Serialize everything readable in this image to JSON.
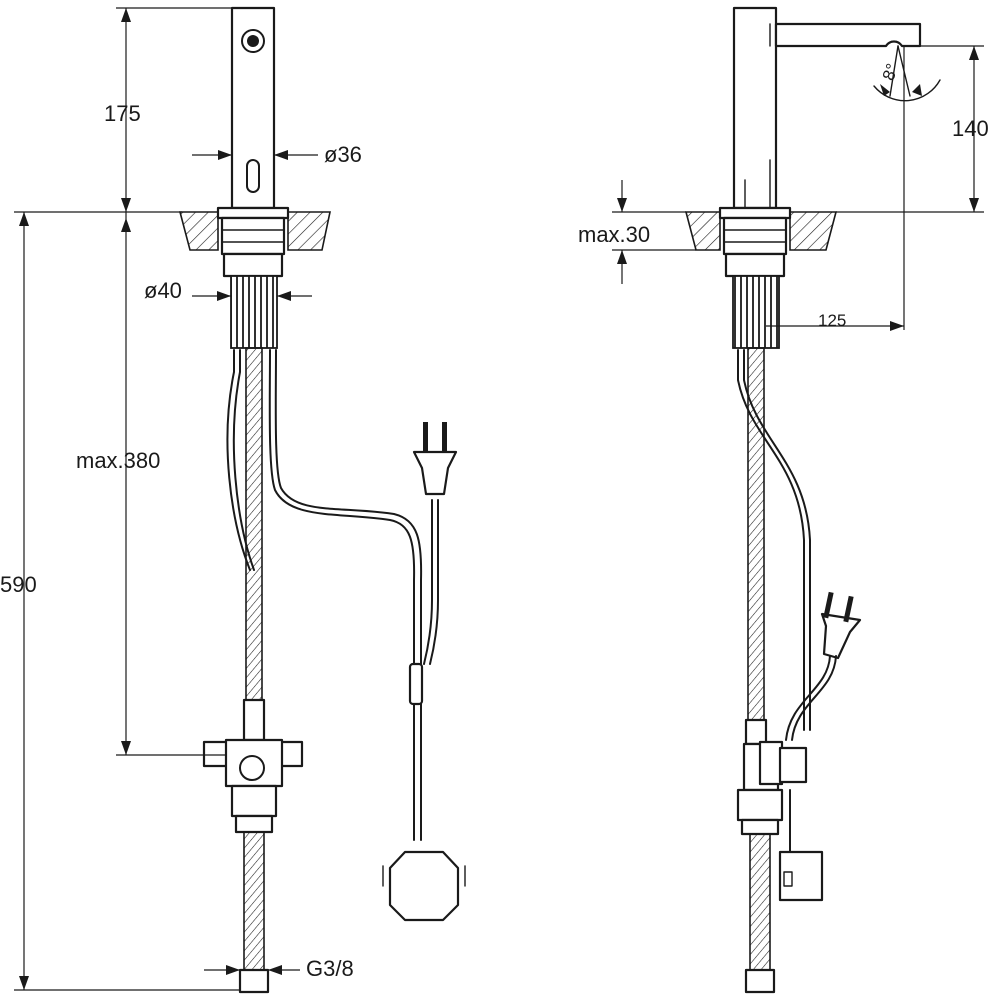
{
  "dimensions": {
    "height_above_deck": "175",
    "spout_diameter": "ø36",
    "total_length": "590",
    "supply_length": "max.380",
    "shank_diameter": "ø40",
    "thread": "G3/8",
    "spout_height": "140",
    "max_deck_thickness": "max.30",
    "spout_reach": "125",
    "spray_angle": "8°"
  }
}
